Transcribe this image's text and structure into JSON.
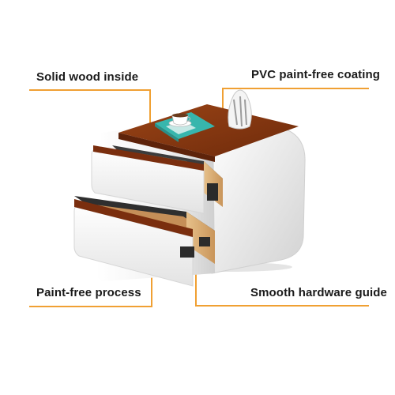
{
  "callouts": {
    "top_left": "Solid wood inside",
    "top_right": "PVC paint-free coating",
    "bottom_left": "Paint-free process",
    "bottom_right": "Smooth hardware guide"
  },
  "colors": {
    "accent_orange": "#f0a033",
    "wood_top": "#8a3a12",
    "wood_stripe": "#7a2e0e",
    "lacquer_white": "#f4f4f4",
    "plywood": "#d9b07a"
  }
}
